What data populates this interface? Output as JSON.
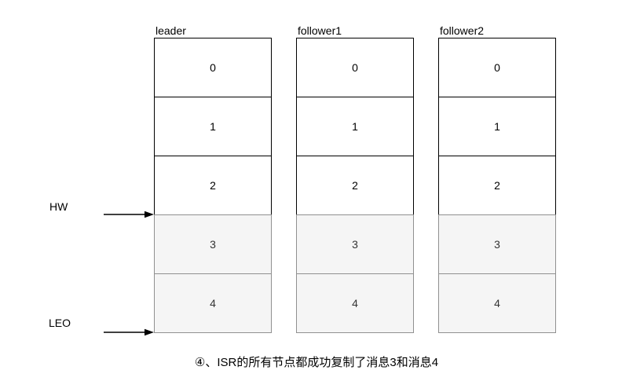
{
  "columns": [
    {
      "label": "leader",
      "cells": [
        {
          "value": "0",
          "state": "committed"
        },
        {
          "value": "1",
          "state": "committed"
        },
        {
          "value": "2",
          "state": "committed"
        },
        {
          "value": "3",
          "state": "uncommitted"
        },
        {
          "value": "4",
          "state": "uncommitted"
        }
      ]
    },
    {
      "label": "follower1",
      "cells": [
        {
          "value": "0",
          "state": "committed"
        },
        {
          "value": "1",
          "state": "committed"
        },
        {
          "value": "2",
          "state": "committed"
        },
        {
          "value": "3",
          "state": "uncommitted"
        },
        {
          "value": "4",
          "state": "uncommitted"
        }
      ]
    },
    {
      "label": "follower2",
      "cells": [
        {
          "value": "0",
          "state": "committed"
        },
        {
          "value": "1",
          "state": "committed"
        },
        {
          "value": "2",
          "state": "committed"
        },
        {
          "value": "3",
          "state": "uncommitted"
        },
        {
          "value": "4",
          "state": "uncommitted"
        }
      ]
    }
  ],
  "markers": {
    "hw": {
      "label": "HW"
    },
    "leo": {
      "label": "LEO"
    }
  },
  "caption": "④、ISR的所有节点都成功复制了消息3和消息4",
  "colors": {
    "committed_fill": "#ffffff",
    "committed_border": "#000000",
    "uncommitted_fill": "#f5f5f5",
    "uncommitted_border": "#909090",
    "uncommitted_text": "#333333",
    "arrow": "#000000"
  }
}
